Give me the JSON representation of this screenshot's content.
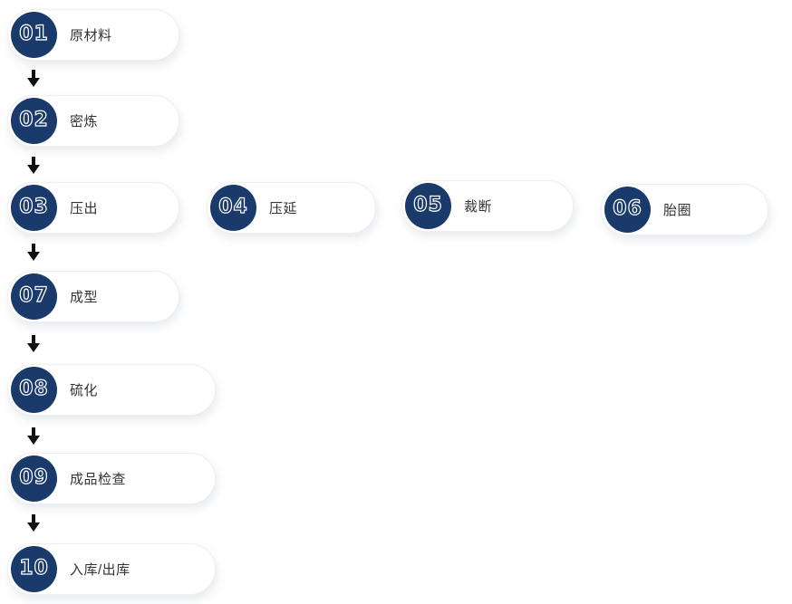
{
  "flow": {
    "accent_color": "#1a3a6c",
    "card_background": "#ffffff",
    "card_border_color": "#edeff4",
    "label_color": "#333333",
    "arrow_color": "#111111",
    "arrow_icon": "↓",
    "steps": [
      {
        "number": "01",
        "label": "原材料"
      },
      {
        "number": "02",
        "label": "密炼"
      },
      {
        "number": "03",
        "label": "压出"
      },
      {
        "number": "04",
        "label": "压延"
      },
      {
        "number": "05",
        "label": "裁断"
      },
      {
        "number": "06",
        "label": "胎圈"
      },
      {
        "number": "07",
        "label": "成型"
      },
      {
        "number": "08",
        "label": "硫化"
      },
      {
        "number": "09",
        "label": "成品检查"
      },
      {
        "number": "10",
        "label": "入库/出库"
      }
    ]
  }
}
